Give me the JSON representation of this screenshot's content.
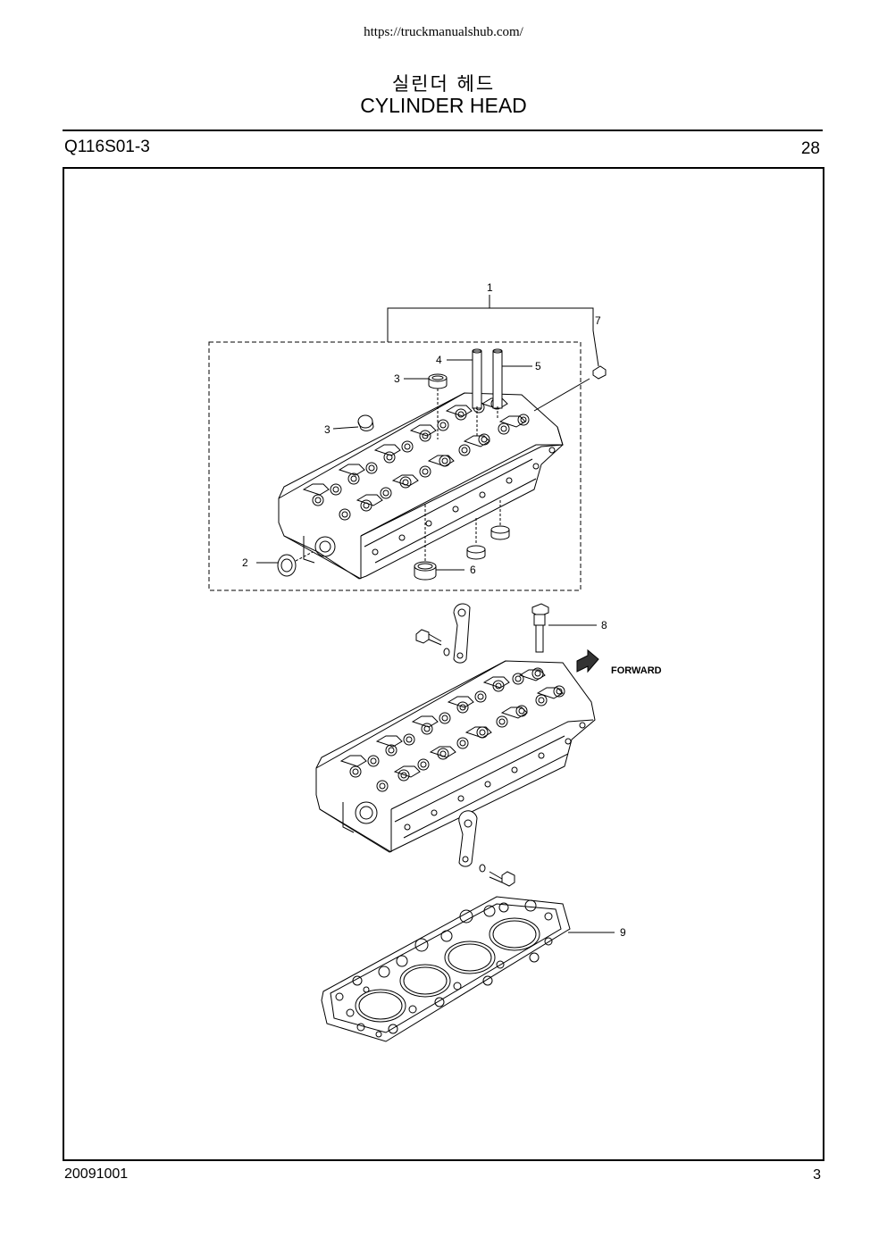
{
  "header": {
    "url": "https://truckmanualshub.com/",
    "title_ko": "실린더 헤드",
    "title_en": "CYLINDER HEAD",
    "code": "Q116S01-3",
    "page": "28"
  },
  "callouts": [
    "1",
    "2",
    "3",
    "3",
    "4",
    "5",
    "6",
    "7",
    "8",
    "9"
  ],
  "forward_label": "FORWARD",
  "footer": {
    "date": "20091001",
    "sheet": "3"
  }
}
